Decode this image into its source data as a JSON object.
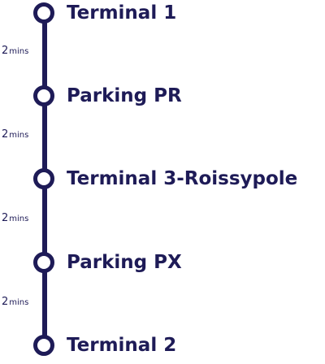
{
  "route": {
    "stops": [
      {
        "name": "Terminal 1"
      },
      {
        "name": "Parking PR"
      },
      {
        "name": "Terminal 3-Roissypole"
      },
      {
        "name": "Parking PX"
      },
      {
        "name": "Terminal 2"
      }
    ],
    "durations": [
      {
        "value": "2",
        "unit": "mins"
      },
      {
        "value": "2",
        "unit": "mins"
      },
      {
        "value": "2",
        "unit": "mins"
      },
      {
        "value": "2",
        "unit": "mins"
      }
    ],
    "line_color": "#1e1b57"
  }
}
